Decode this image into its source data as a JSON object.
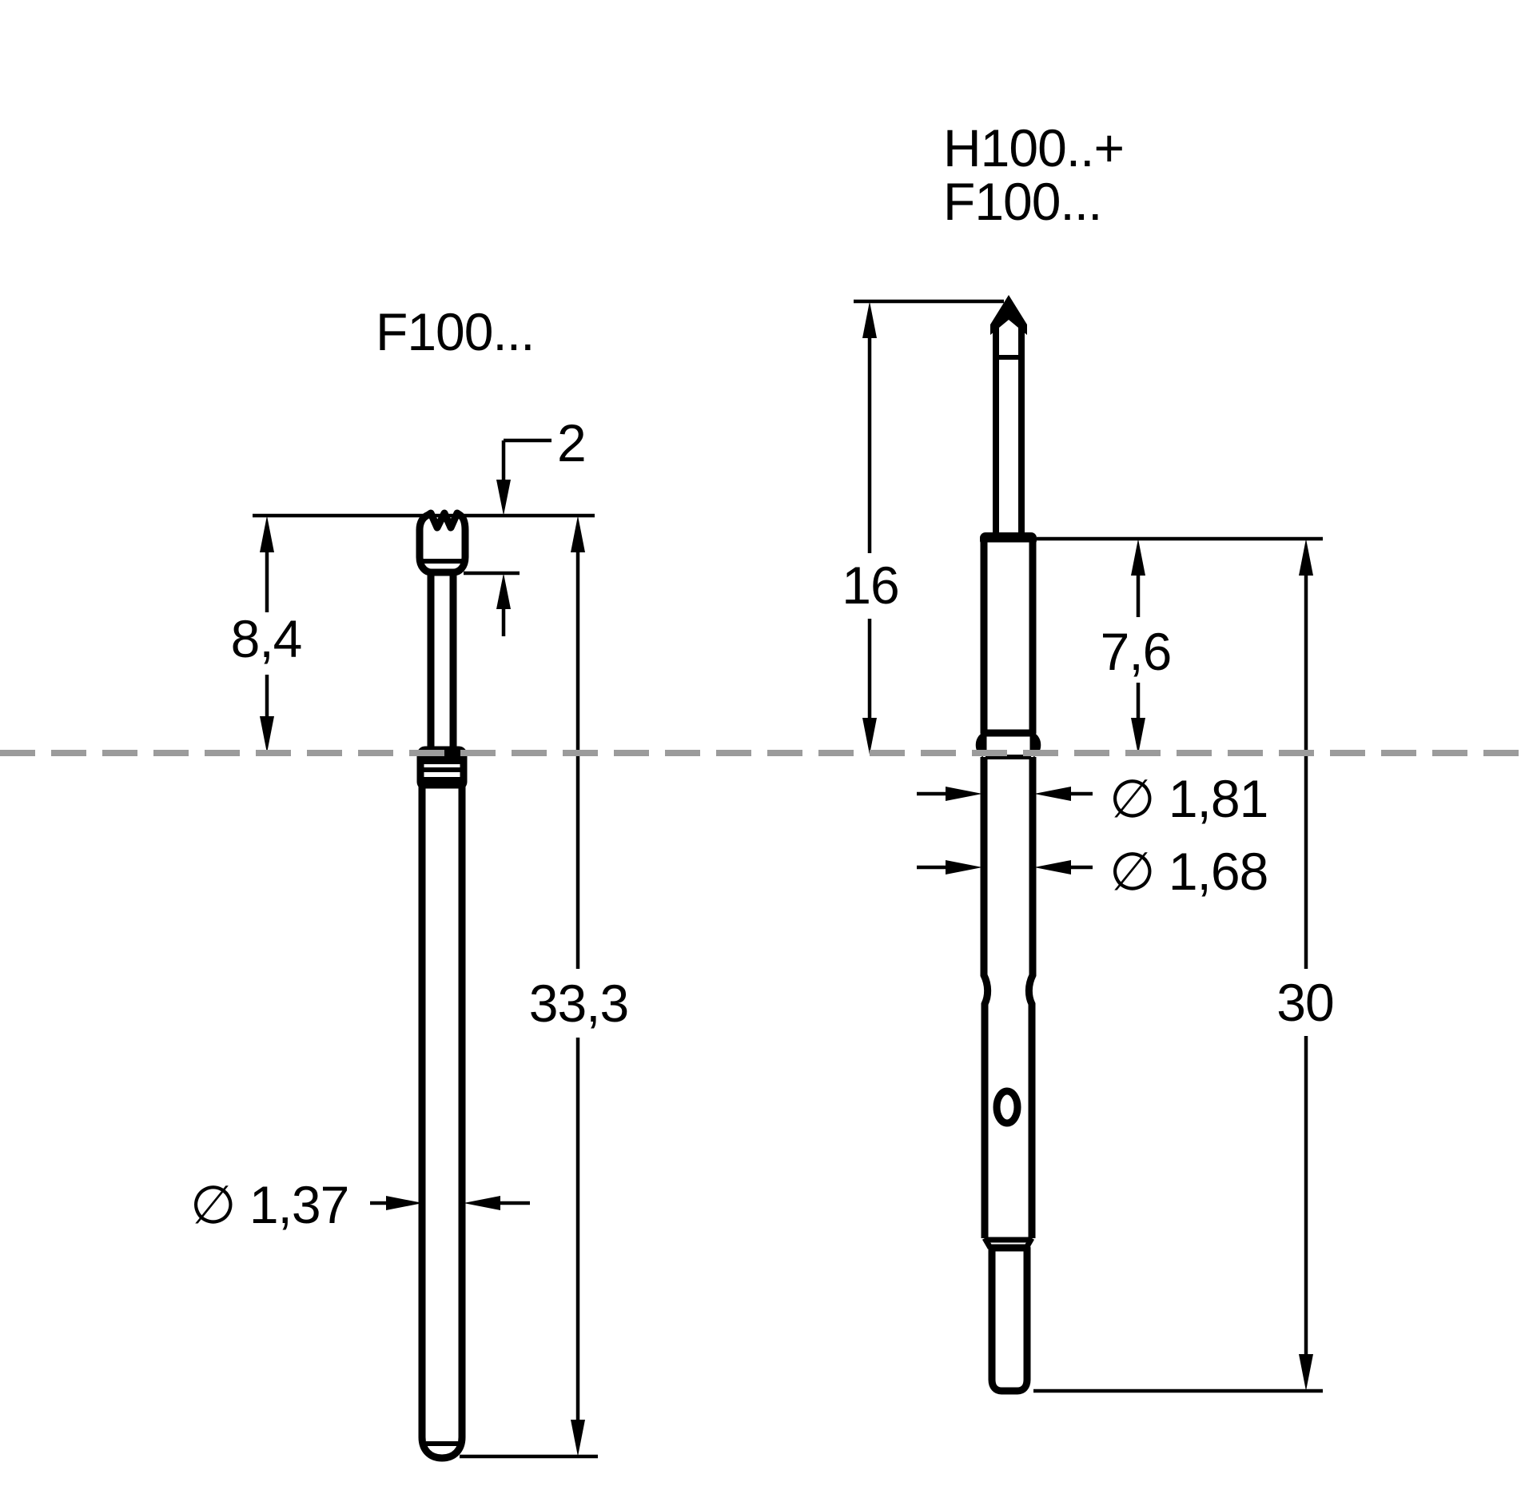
{
  "drawing": {
    "type": "technical-dimension-drawing",
    "left_probe": {
      "label": "F100...",
      "dimensions": {
        "head_length": "2",
        "head_above_plate": "8,4",
        "total_length": "33,3",
        "barrel_diameter": "∅ 1,37"
      }
    },
    "right_probe": {
      "label_line1": "H100..+",
      "label_line2": "F100...",
      "dimensions": {
        "tip_above_plate": "16",
        "sleeve_above_plate": "7,6",
        "total_length": "30",
        "sleeve_diameter": "∅ 1,81",
        "barrel_diameter": "∅ 1,68"
      }
    },
    "colors": {
      "line": "#000000",
      "centerline": "#9b9b9b",
      "background": "#ffffff"
    }
  }
}
